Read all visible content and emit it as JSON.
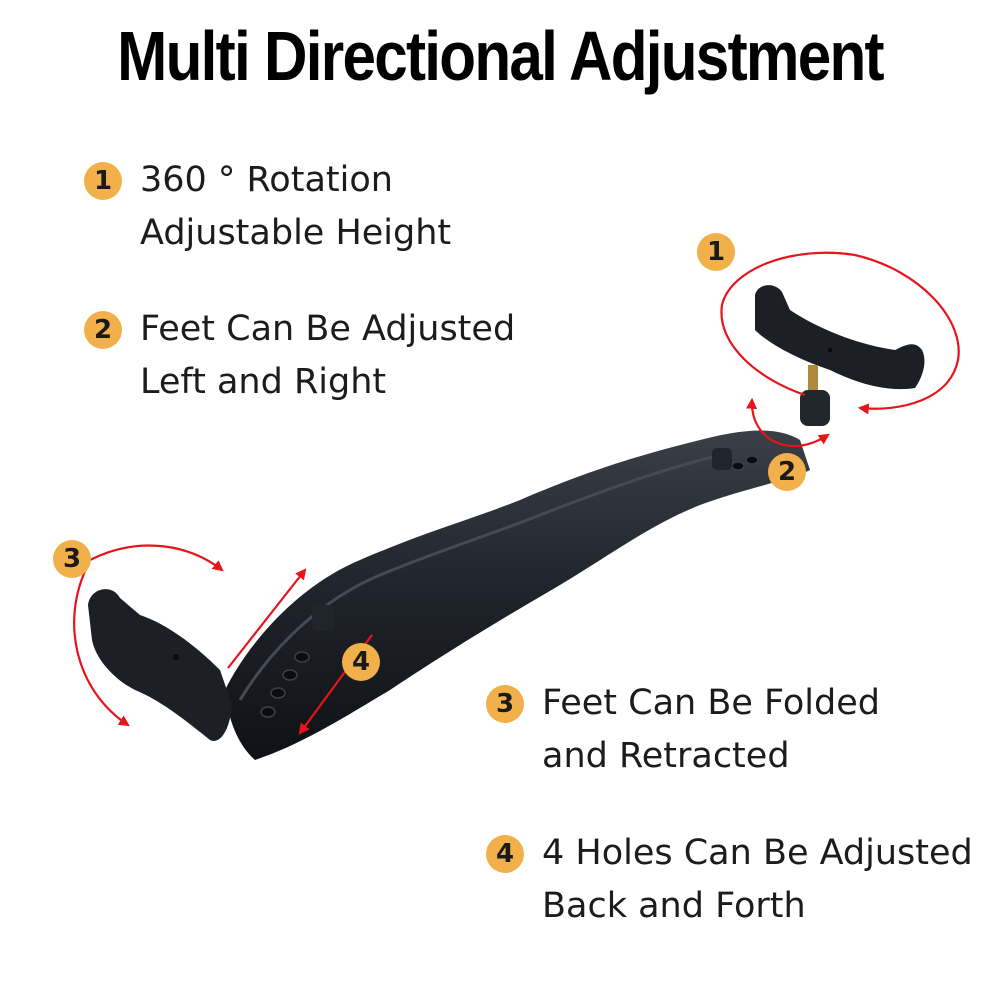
{
  "title": "Multi Directional Adjustment",
  "features": [
    {
      "number": "1",
      "line1": "360 ° Rotation",
      "line2": "Adjustable Height"
    },
    {
      "number": "2",
      "line1": "Feet Can Be Adjusted",
      "line2": "Left and Right"
    },
    {
      "number": "3",
      "line1": "Feet Can Be Folded",
      "line2": "and Retracted"
    },
    {
      "number": "4",
      "line1": "4 Holes Can Be Adjusted",
      "line2": "Back and Forth"
    }
  ],
  "markers": [
    "1",
    "2",
    "3",
    "4"
  ],
  "colors": {
    "badge": "#f2b04a",
    "arrow": "#e8141c",
    "product": "#1b1e24"
  }
}
